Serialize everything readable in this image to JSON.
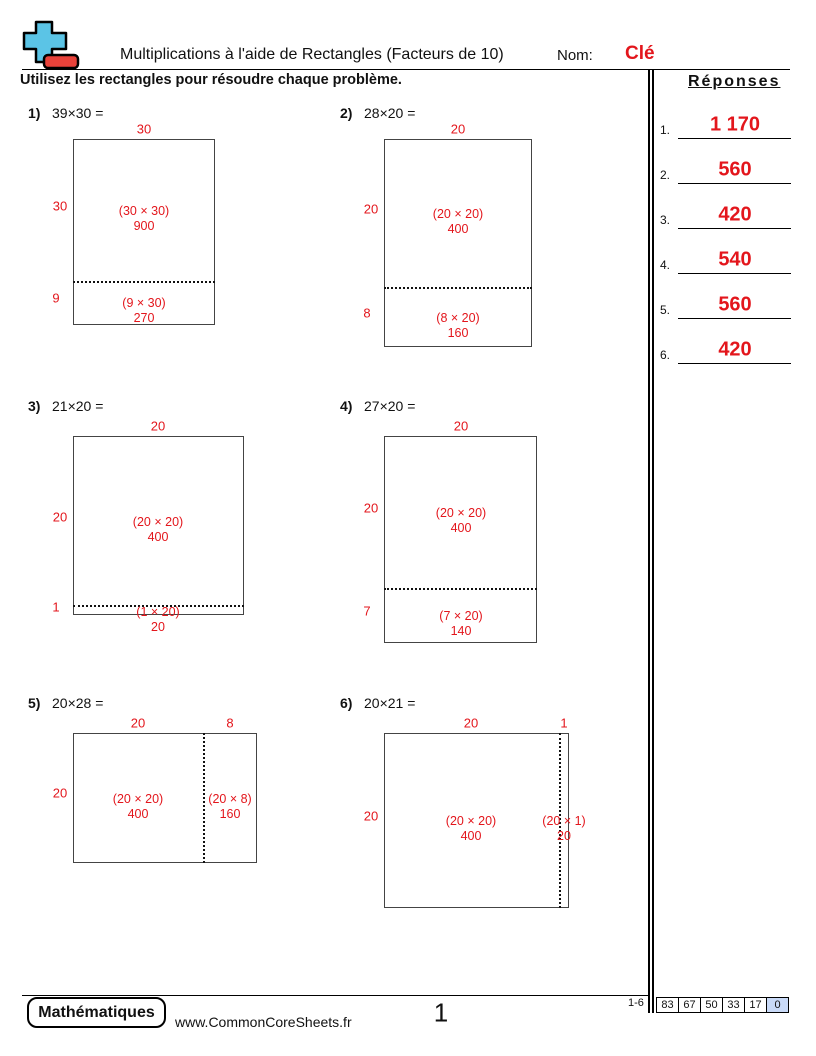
{
  "header": {
    "title": "Multiplications à l'aide de Rectangles (Facteurs de 10)",
    "name_label": "Nom:",
    "key_label": "Clé"
  },
  "instructions": "Utilisez les rectangles pour résoudre chaque problème.",
  "answers": {
    "heading": "Réponses",
    "items": [
      {
        "num": "1.",
        "value": "1 170"
      },
      {
        "num": "2.",
        "value": "560"
      },
      {
        "num": "3.",
        "value": "420"
      },
      {
        "num": "4.",
        "value": "540"
      },
      {
        "num": "5.",
        "value": "560"
      },
      {
        "num": "6.",
        "value": "420"
      }
    ]
  },
  "problems": [
    {
      "number": "1)",
      "expression": "39×30 =",
      "top_labels": [
        "30"
      ],
      "side_labels": [
        "30",
        "9"
      ],
      "cells": [
        {
          "expr": "(30 × 30)",
          "product": "900"
        },
        {
          "expr": "(9 × 30)",
          "product": "270"
        }
      ]
    },
    {
      "number": "2)",
      "expression": "28×20 =",
      "top_labels": [
        "20"
      ],
      "side_labels": [
        "20",
        "8"
      ],
      "cells": [
        {
          "expr": "(20 × 20)",
          "product": "400"
        },
        {
          "expr": "(8 × 20)",
          "product": "160"
        }
      ]
    },
    {
      "number": "3)",
      "expression": "21×20 =",
      "top_labels": [
        "20"
      ],
      "side_labels": [
        "20",
        "1"
      ],
      "cells": [
        {
          "expr": "(20 × 20)",
          "product": "400"
        },
        {
          "expr": "(1 × 20)",
          "product": "20"
        }
      ]
    },
    {
      "number": "4)",
      "expression": "27×20 =",
      "top_labels": [
        "20"
      ],
      "side_labels": [
        "20",
        "7"
      ],
      "cells": [
        {
          "expr": "(20 × 20)",
          "product": "400"
        },
        {
          "expr": "(7 × 20)",
          "product": "140"
        }
      ]
    },
    {
      "number": "5)",
      "expression": "20×28 =",
      "top_labels": [
        "20",
        "8"
      ],
      "side_labels": [
        "20"
      ],
      "cells": [
        {
          "expr": "(20 × 20)",
          "product": "400"
        },
        {
          "expr": "(20 × 8)",
          "product": "160"
        }
      ]
    },
    {
      "number": "6)",
      "expression": "20×21 =",
      "top_labels": [
        "20",
        "1"
      ],
      "side_labels": [
        "20"
      ],
      "cells": [
        {
          "expr": "(20 × 20)",
          "product": "400"
        },
        {
          "expr": "(20 × 1)",
          "product": "20"
        }
      ]
    }
  ],
  "footer": {
    "subject_badge": "Mathématiques",
    "website": "www.CommonCoreSheets.fr",
    "page_number": "1",
    "score_range": "1-6",
    "scores": [
      "83",
      "67",
      "50",
      "33",
      "17",
      "0"
    ]
  },
  "colors": {
    "answer_red": "#e3161c",
    "score_highlight": "#c9daf8",
    "logo_blue": "#5bc4e6",
    "logo_red": "#e8423a"
  },
  "icons": {
    "logo": "plus-minus-logo-icon"
  }
}
